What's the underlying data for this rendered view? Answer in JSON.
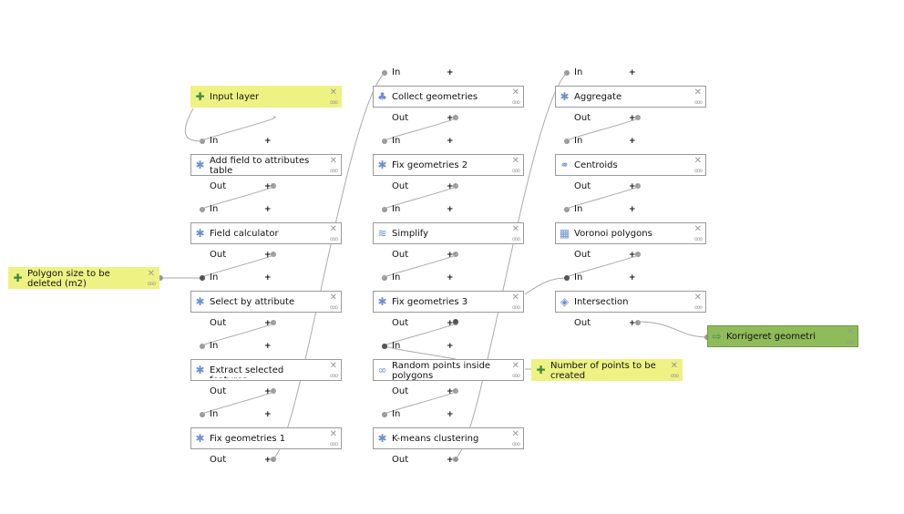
{
  "port_labels": {
    "in": "In",
    "out": "Out",
    "plus": "+"
  },
  "nodes": [
    {
      "label": "Input layer",
      "kind": "param",
      "icon": "plus-icon"
    },
    {
      "label": "Add field to attributes table",
      "kind": "alg",
      "icon": "gear-icon"
    },
    {
      "label": "Field calculator",
      "kind": "alg",
      "icon": "gear-icon"
    },
    {
      "label": "Select by attribute",
      "kind": "alg",
      "icon": "gear-icon"
    },
    {
      "label": "Extract selected features",
      "kind": "alg",
      "icon": "gear-icon"
    },
    {
      "label": "Fix geometries 1",
      "kind": "alg",
      "icon": "gear-icon"
    },
    {
      "label": "Polygon size to be deleted (m2)",
      "kind": "param",
      "icon": "plus-icon"
    },
    {
      "label": "Collect geometries",
      "kind": "alg",
      "icon": "collect-icon"
    },
    {
      "label": "Fix geometries 2",
      "kind": "alg",
      "icon": "gear-icon"
    },
    {
      "label": "Simplify",
      "kind": "alg",
      "icon": "simplify-icon"
    },
    {
      "label": "Fix geometries 3",
      "kind": "alg",
      "icon": "gear-icon"
    },
    {
      "label": "Random points inside polygons",
      "kind": "alg",
      "icon": "points-icon"
    },
    {
      "label": "K-means clustering",
      "kind": "alg",
      "icon": "gear-icon"
    },
    {
      "label": "Number of points to be created",
      "kind": "param",
      "icon": "plus-icon"
    },
    {
      "label": "Aggregate",
      "kind": "alg",
      "icon": "gear-icon"
    },
    {
      "label": "Centroids",
      "kind": "alg",
      "icon": "centroids-icon"
    },
    {
      "label": "Voronoi polygons",
      "kind": "alg",
      "icon": "voronoi-icon"
    },
    {
      "label": "Intersection",
      "kind": "alg",
      "icon": "intersection-icon"
    },
    {
      "label": "Korrigeret geometri",
      "kind": "output",
      "icon": "output-arrow-icon"
    }
  ]
}
